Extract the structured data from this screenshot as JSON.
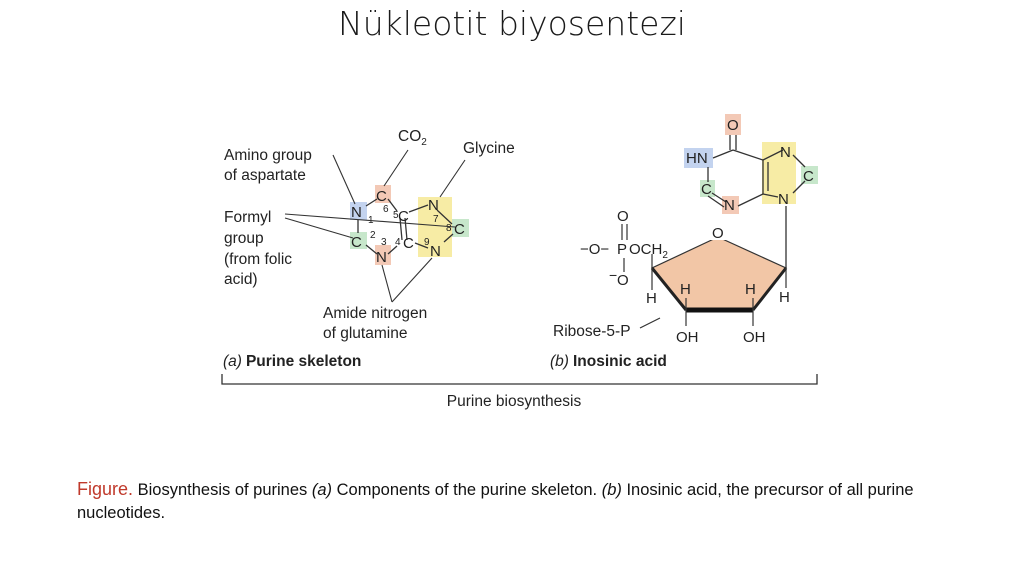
{
  "slide": {
    "title": "Nükleotit biyosentezi"
  },
  "colors": {
    "carbon_box": "#f3c9b6",
    "nitrogen_yellow": "#f7eca5",
    "formyl_green": "#c7e7cb",
    "nitrogen_blue": "#c3d3ef",
    "ribose_fill": "#f2c6a6"
  },
  "figure": {
    "panel_a": {
      "caption_letter": "(a)",
      "caption_title": "Purine skeleton",
      "label_amino_1": "Amino group",
      "label_amino_2": "of aspartate",
      "label_co2": "CO",
      "label_co2_sub": "2",
      "label_glycine": "Glycine",
      "label_formyl_1": "Formyl",
      "label_formyl_2": "group",
      "label_formyl_3": "(from folic",
      "label_formyl_4": "acid)",
      "label_amide_1": "Amide nitrogen",
      "label_amide_2": "of glutamine",
      "atoms": {
        "n1": "N",
        "c2": "C",
        "n3": "N",
        "c4": "C",
        "c5": "C",
        "c6": "C",
        "n7": "N",
        "c8": "C",
        "n9": "N"
      },
      "ring_numbers": [
        "1",
        "2",
        "3",
        "4",
        "5",
        "6",
        "7",
        "8",
        "9"
      ]
    },
    "panel_b": {
      "caption_letter": "(b)",
      "caption_title": "Inosinic acid",
      "atom_o": "O",
      "atom_hn": "HN",
      "atom_c2": "C",
      "atom_n3": "N",
      "atom_n7": "N",
      "atom_c8": "C",
      "atom_n9": "N",
      "phosphate_o_top": "O",
      "phosphate_left": "−O−",
      "phosphate_p": "P",
      "phosphate_och2": "OCH",
      "phosphate_och2_sub": "2",
      "phosphate_o_bottom": "O",
      "phosphate_minus": "−",
      "ring_o": "O",
      "h_labels": [
        "H",
        "H",
        "H",
        "H"
      ],
      "oh_left": "OH",
      "oh_right": "OH",
      "ribose_label": "Ribose-5-P"
    },
    "bracket_label": "Purine biosynthesis"
  },
  "caption": {
    "lead": "Figure.",
    "p1": " Biosynthesis of purines ",
    "a_marker": "(a)",
    "p2": " Components of the purine skeleton. ",
    "b_marker": "(b)",
    "p3": " Inosinic acid, the precursor of all purine nucleotides."
  }
}
